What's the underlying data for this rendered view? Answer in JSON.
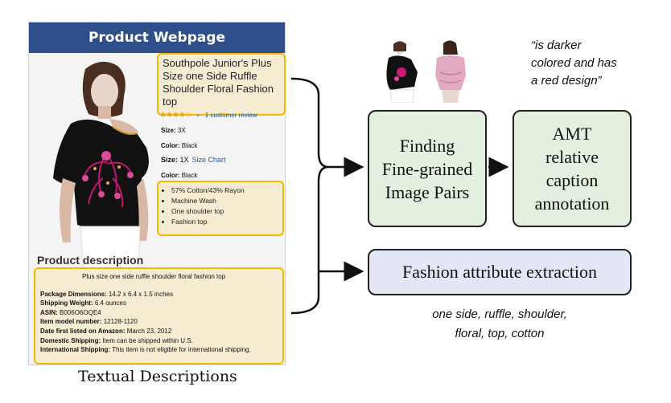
{
  "webpage": {
    "header": "Product Webpage",
    "product_title": "Southpole Junior's Plus Size one Side Ruffle Shoulder Floral Fashion top",
    "review_link": "1 customer review",
    "rating_stars": 4,
    "size_small": {
      "label": "Size:",
      "value": "3X"
    },
    "color_small": {
      "label": "Color:",
      "value": "Black"
    },
    "size_big": {
      "label": "Size:",
      "value": "1X",
      "link": "Size Chart"
    },
    "color_big": {
      "label": "Color:",
      "value": "Black"
    },
    "bullets": [
      "57% Cotton/43% Rayon",
      "Machine Wash",
      "One shoulder top",
      "Fashion top"
    ],
    "description_heading": "Product description",
    "description_lead": "Plus size one side ruffle shoulder floral fashion top",
    "description_rows": [
      {
        "label": "Package Dimensions:",
        "value": "14.2 x 6.4 x 1.5 inches"
      },
      {
        "label": "Shipping Weight:",
        "value": "6.4 ounces"
      },
      {
        "label": "ASIN:",
        "value": "B006O6OQE4"
      },
      {
        "label": "Item model number:",
        "value": "12128-1120"
      },
      {
        "label": "Date first listed on Amazon:",
        "value": "March 23, 2012"
      },
      {
        "label": "Domestic Shipping:",
        "value": "Item can be shipped within U.S."
      },
      {
        "label": "International Shipping:",
        "value": "This item is not eligible for international shipping."
      }
    ]
  },
  "caption_left": "Textual Descriptions",
  "quote": [
    "“is darker",
    "colored and has",
    "a red design”"
  ],
  "nodes": {
    "finding": [
      "Finding",
      "Fine-grained",
      "Image Pairs"
    ],
    "amt": [
      "AMT",
      "relative",
      "caption",
      "annotation"
    ],
    "fashion": "Fashion attribute extraction"
  },
  "attribute_caption": [
    "one side, ruffle, shoulder,",
    "floral, top, cotton"
  ],
  "colors": {
    "header_blue": "#2f4f8a",
    "highlight_border": "#f5b800",
    "highlight_fill": "#f6ecd2",
    "green_node": "#e4f0df",
    "blue_node": "#e3e7f5"
  }
}
